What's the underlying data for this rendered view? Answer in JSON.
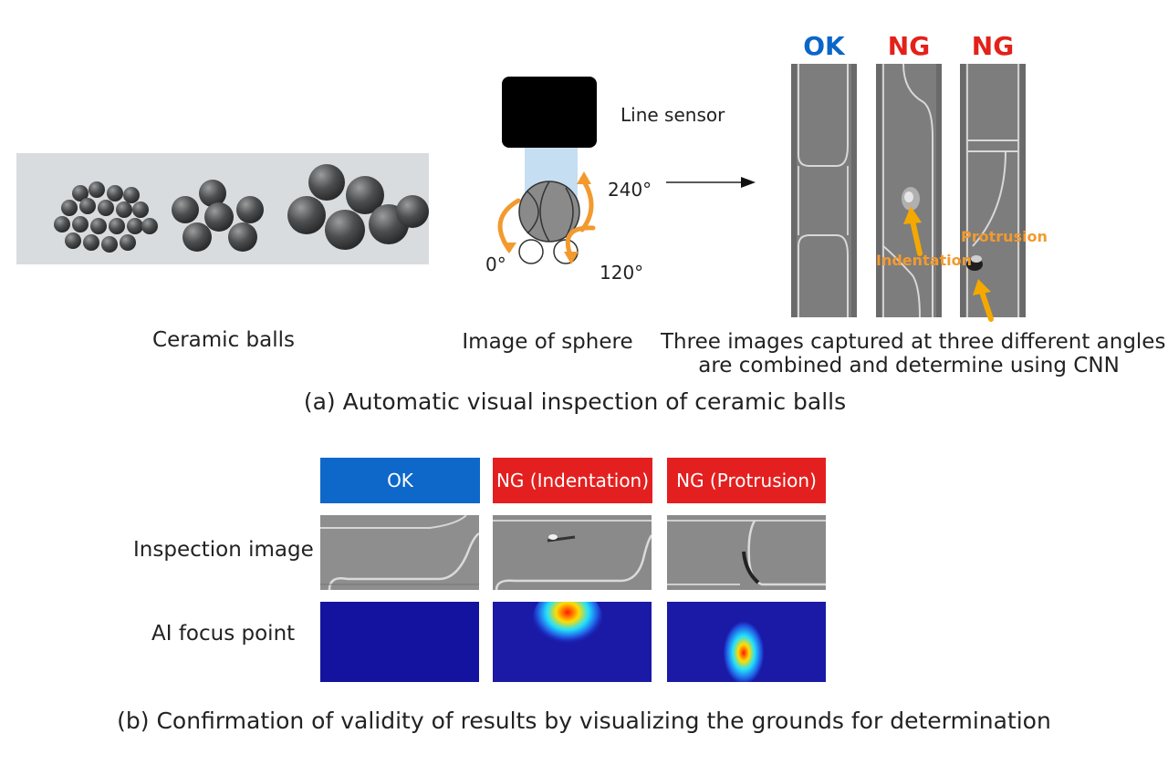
{
  "section_a": {
    "ceramic_caption": "Ceramic balls",
    "sphere_caption": "Image of sphere",
    "sensor_label": "Line sensor",
    "angles": {
      "a0": "0°",
      "a120": "120°",
      "a240": "240°"
    },
    "strip_labels": [
      "OK",
      "NG",
      "NG"
    ],
    "indentation_label": "Indentation",
    "protrusion_label": "Protrusion",
    "combined_caption_line1": "Three images captured at three different angles",
    "combined_caption_line2": "are combined and determine using CNN",
    "title": "(a) Automatic visual inspection of ceramic balls"
  },
  "section_b": {
    "headers": [
      "OK",
      "NG (Indentation)",
      "NG (Protrusion)"
    ],
    "row_inspection": "Inspection image",
    "row_focus": "AI focus point",
    "title": "(b) Confirmation of validity of results by visualizing the grounds for determination"
  },
  "colors": {
    "ok_blue": "#0a66c8",
    "ng_red": "#e32119",
    "orange": "#f29a2e",
    "header_blue": "#0e68c9",
    "header_red": "#e41f1f"
  }
}
